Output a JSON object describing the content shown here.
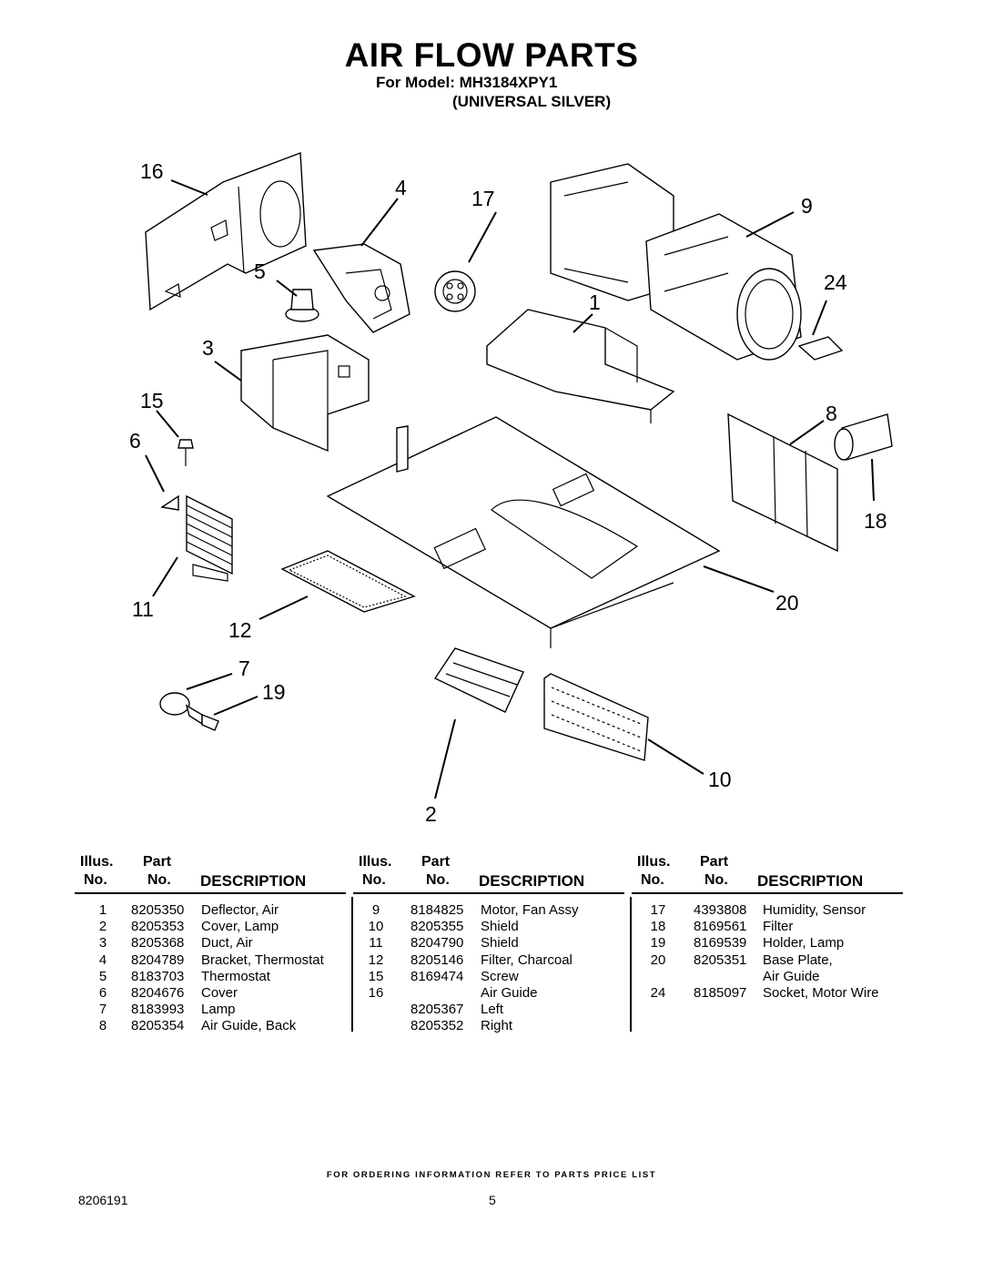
{
  "header": {
    "title": "AIR FLOW PARTS",
    "model_line": "For Model: MH3184XPY1",
    "color_line": "(UNIVERSAL SILVER)"
  },
  "diagram": {
    "callouts": [
      "16",
      "4",
      "17",
      "9",
      "5",
      "24",
      "1",
      "3",
      "15",
      "8",
      "6",
      "18",
      "20",
      "11",
      "12",
      "7",
      "19",
      "10",
      "2"
    ]
  },
  "table": {
    "header": {
      "illus_1": "Illus.",
      "illus_2": "No.",
      "part_1": "Part",
      "part_2": "No.",
      "description": "DESCRIPTION"
    },
    "columns": [
      {
        "rows": [
          {
            "illus": "1",
            "part": "8205350",
            "desc": "Deflector, Air"
          },
          {
            "illus": "2",
            "part": "8205353",
            "desc": "Cover, Lamp"
          },
          {
            "illus": "3",
            "part": "8205368",
            "desc": "Duct, Air"
          },
          {
            "illus": "4",
            "part": "8204789",
            "desc": "Bracket, Thermostat"
          },
          {
            "illus": "5",
            "part": "8183703",
            "desc": "Thermostat"
          },
          {
            "illus": "6",
            "part": "8204676",
            "desc": "Cover"
          },
          {
            "illus": "7",
            "part": "8183993",
            "desc": "Lamp"
          },
          {
            "illus": "8",
            "part": "8205354",
            "desc": "Air Guide, Back"
          }
        ]
      },
      {
        "rows": [
          {
            "illus": "9",
            "part": "8184825",
            "desc": "Motor, Fan Assy"
          },
          {
            "illus": "10",
            "part": "8205355",
            "desc": "Shield"
          },
          {
            "illus": "11",
            "part": "8204790",
            "desc": "Shield"
          },
          {
            "illus": "12",
            "part": "8205146",
            "desc": "Filter, Charcoal"
          },
          {
            "illus": "15",
            "part": "8169474",
            "desc": "Screw"
          },
          {
            "illus": "16",
            "part": "",
            "desc": "Air Guide"
          },
          {
            "illus": "",
            "part": "8205367",
            "desc": "Left"
          },
          {
            "illus": "",
            "part": "8205352",
            "desc": "Right"
          }
        ]
      },
      {
        "rows": [
          {
            "illus": "17",
            "part": "4393808",
            "desc": "Humidity, Sensor"
          },
          {
            "illus": "18",
            "part": "8169561",
            "desc": "Filter"
          },
          {
            "illus": "19",
            "part": "8169539",
            "desc": "Holder, Lamp"
          },
          {
            "illus": "20",
            "part": "8205351",
            "desc": "Base Plate,"
          },
          {
            "illus": "",
            "part": "",
            "desc": "Air Guide"
          },
          {
            "illus": "24",
            "part": "8185097",
            "desc": "Socket, Motor Wire"
          }
        ]
      }
    ]
  },
  "footer": {
    "note": "FOR ORDERING INFORMATION REFER TO PARTS PRICE LIST",
    "doc_number": "8206191",
    "page_number": "5"
  }
}
